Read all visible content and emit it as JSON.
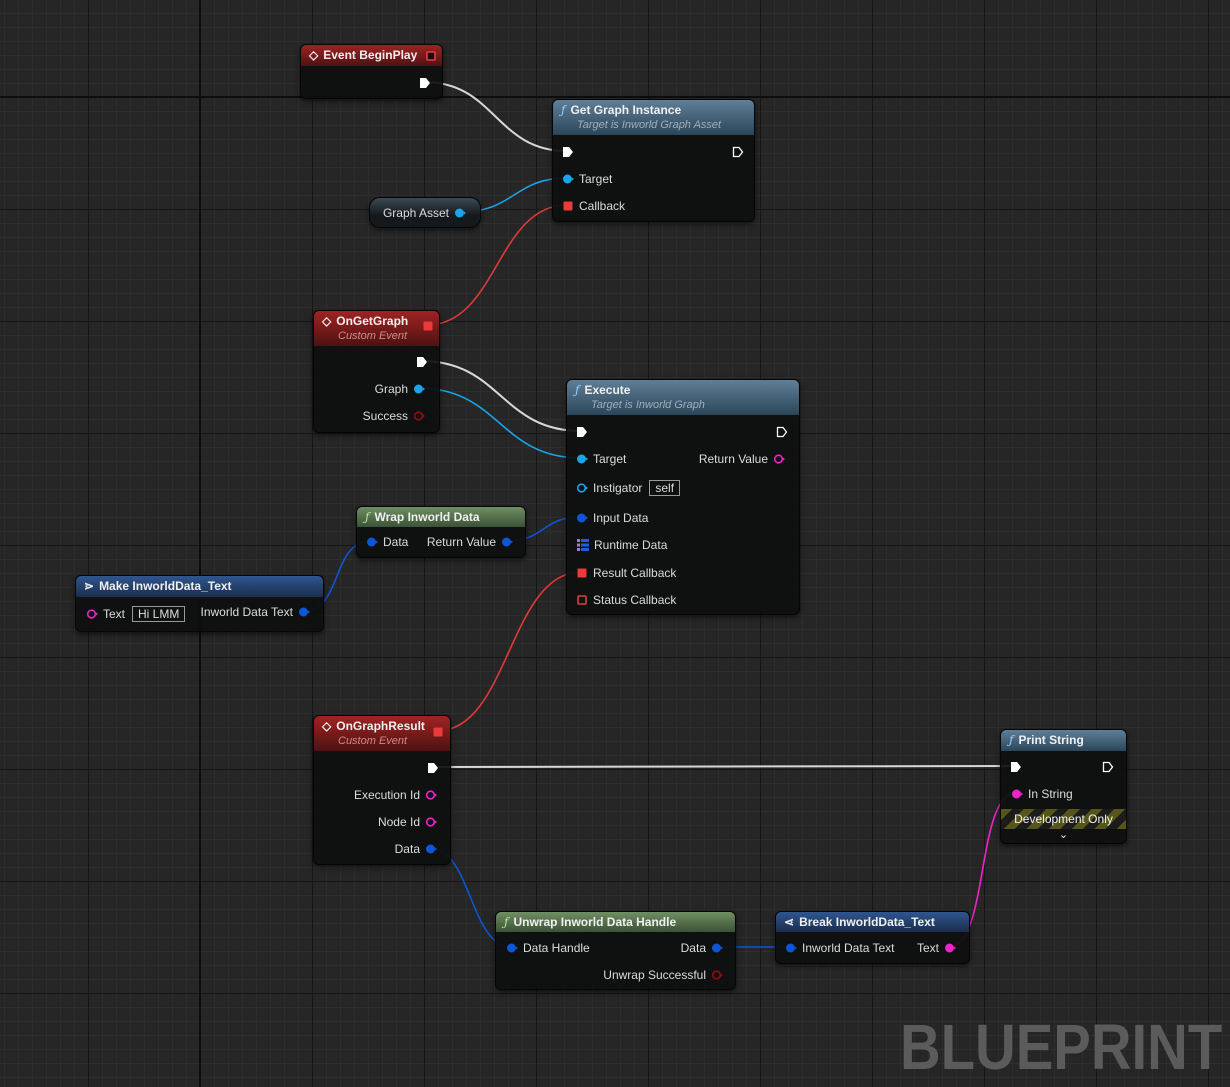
{
  "watermark": "BLUEPRINT",
  "colors": {
    "exec": "#ffffff",
    "object": "#1aa5ea",
    "struct": "#0d56d6",
    "delegate": "#ea3a3a",
    "string": "#f022c8",
    "bool": "#9a0a0a"
  },
  "nodes": {
    "begin_play": {
      "title": "Event BeginPlay"
    },
    "get_graph_instance": {
      "title": "Get Graph Instance",
      "subtitle": "Target is Inworld Graph Asset",
      "pins": {
        "target": "Target",
        "callback": "Callback"
      }
    },
    "graph_asset": {
      "label": "Graph Asset"
    },
    "on_get_graph": {
      "title": "OnGetGraph",
      "subtitle": "Custom Event",
      "pins": {
        "graph": "Graph",
        "success": "Success"
      }
    },
    "execute": {
      "title": "Execute",
      "subtitle": "Target is Inworld Graph",
      "pins": {
        "target": "Target",
        "return_value": "Return Value",
        "instigator": "Instigator",
        "instigator_value": "self",
        "input_data": "Input Data",
        "runtime_data": "Runtime Data",
        "result_callback": "Result Callback",
        "status_callback": "Status Callback"
      }
    },
    "wrap": {
      "title": "Wrap Inworld Data",
      "pins": {
        "data": "Data",
        "return_value": "Return Value"
      }
    },
    "make_text": {
      "title": "Make InworldData_Text",
      "pins": {
        "text": "Text",
        "text_value": "Hi LMM",
        "output": "Inworld Data Text"
      }
    },
    "on_graph_result": {
      "title": "OnGraphResult",
      "subtitle": "Custom Event",
      "pins": {
        "execution_id": "Execution Id",
        "node_id": "Node Id",
        "data": "Data"
      }
    },
    "print_string": {
      "title": "Print String",
      "pins": {
        "in_string": "In String"
      },
      "badge": "Development Only",
      "expand": "⌄"
    },
    "unwrap": {
      "title": "Unwrap Inworld Data Handle",
      "pins": {
        "data_handle": "Data Handle",
        "data": "Data",
        "success": "Unwrap Successful"
      }
    },
    "break_text": {
      "title": "Break InworldData_Text",
      "pins": {
        "input": "Inworld Data Text",
        "text": "Text"
      }
    }
  }
}
